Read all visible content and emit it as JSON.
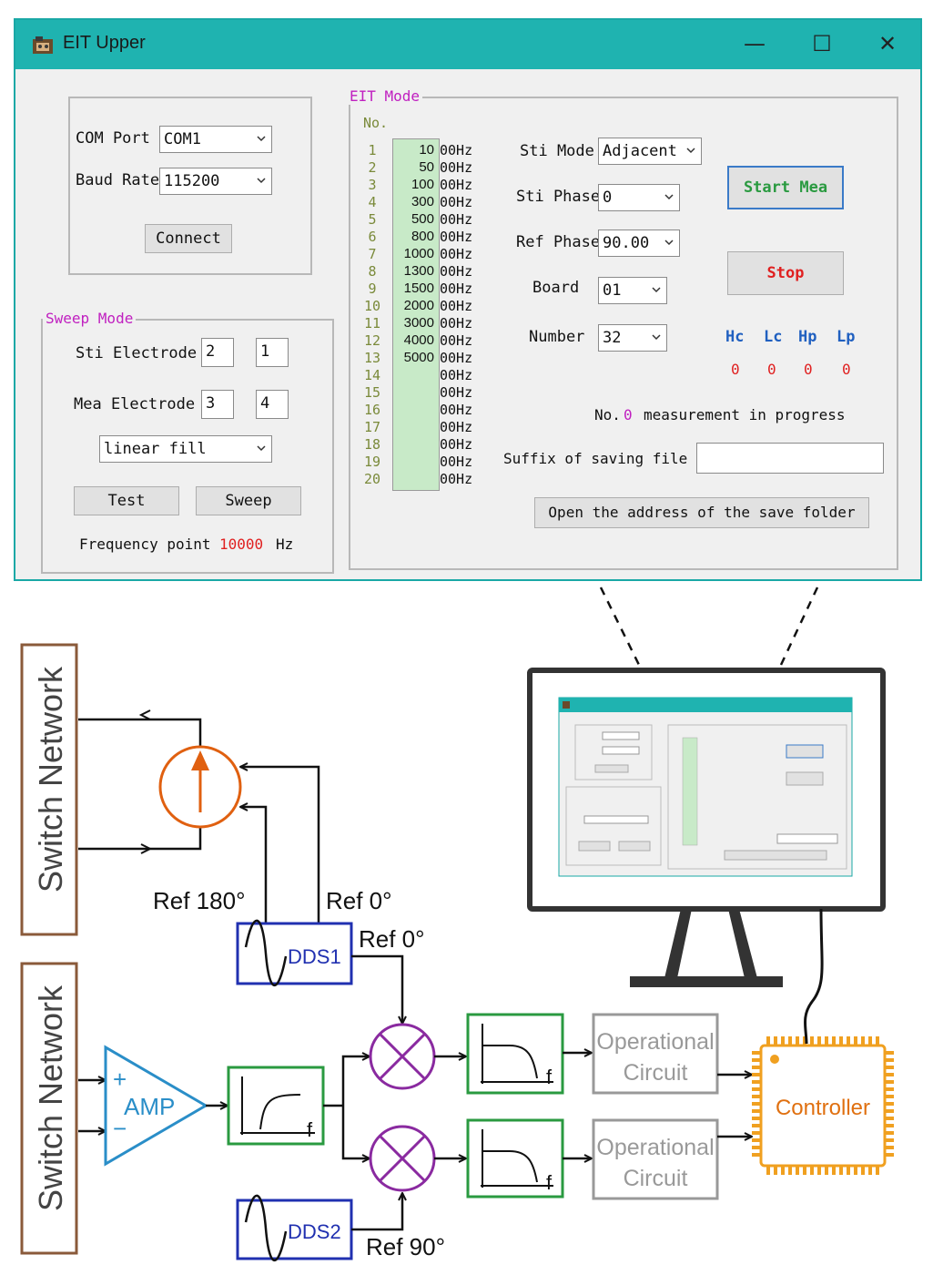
{
  "window": {
    "title": "EIT Upper",
    "minimize": "—",
    "maximize": "☐",
    "close": "✕"
  },
  "serial": {
    "com_label": "COM Port",
    "com_value": "COM1",
    "baud_label": "Baud Rate",
    "baud_value": "115200",
    "connect": "Connect"
  },
  "sweep": {
    "legend": "Sweep Mode",
    "sti_label": "Sti Electrode",
    "sti_a": "2",
    "sti_b": "1",
    "mea_label": "Mea Electrode",
    "mea_a": "3",
    "mea_b": "4",
    "fill_mode": "linear fill",
    "test": "Test",
    "sweep": "Sweep",
    "freq_label": "Frequency point",
    "freq_value": "10000",
    "freq_unit": "Hz"
  },
  "eit": {
    "legend": "EIT Mode",
    "no_header": "No.",
    "rows": [
      {
        "n": "1",
        "v": "10",
        "u": "00Hz"
      },
      {
        "n": "2",
        "v": "50",
        "u": "00Hz"
      },
      {
        "n": "3",
        "v": "100",
        "u": "00Hz"
      },
      {
        "n": "4",
        "v": "300",
        "u": "00Hz"
      },
      {
        "n": "5",
        "v": "500",
        "u": "00Hz"
      },
      {
        "n": "6",
        "v": "800",
        "u": "00Hz"
      },
      {
        "n": "7",
        "v": "1000",
        "u": "00Hz"
      },
      {
        "n": "8",
        "v": "1300",
        "u": "00Hz"
      },
      {
        "n": "9",
        "v": "1500",
        "u": "00Hz"
      },
      {
        "n": "10",
        "v": "2000",
        "u": "00Hz"
      },
      {
        "n": "11",
        "v": "3000",
        "u": "00Hz"
      },
      {
        "n": "12",
        "v": "4000",
        "u": "00Hz"
      },
      {
        "n": "13",
        "v": "5000",
        "u": "00Hz"
      },
      {
        "n": "14",
        "v": "",
        "u": "00Hz"
      },
      {
        "n": "15",
        "v": "",
        "u": "00Hz"
      },
      {
        "n": "16",
        "v": "",
        "u": "00Hz"
      },
      {
        "n": "17",
        "v": "",
        "u": "00Hz"
      },
      {
        "n": "18",
        "v": "",
        "u": "00Hz"
      },
      {
        "n": "19",
        "v": "",
        "u": "00Hz"
      },
      {
        "n": "20",
        "v": "",
        "u": "00Hz"
      }
    ],
    "sti_mode_label": "Sti Mode",
    "sti_mode_value": "Adjacent",
    "sti_phase_label": "Sti Phase",
    "sti_phase_value": "0",
    "ref_phase_label": "Ref Phase",
    "ref_phase_value": "90.00",
    "board_label": "Board",
    "board_value": "01",
    "number_label": "Number",
    "number_value": "32",
    "start": "Start Mea",
    "stop": "Stop",
    "stats": [
      {
        "h": "Hc",
        "v": "0"
      },
      {
        "h": "Lc",
        "v": "0"
      },
      {
        "h": "Hp",
        "v": "0"
      },
      {
        "h": "Lp",
        "v": "0"
      }
    ],
    "progress_prefix": "No.",
    "progress_num": "0",
    "progress_suffix": "measurement in progress",
    "suffix_label": "Suffix of saving file",
    "suffix_value": "",
    "open_folder": "Open the address of the save folder"
  },
  "diagram": {
    "switch_network_1": "Switch Network",
    "switch_network_2": "Switch Network",
    "ref_180": "Ref  180°",
    "ref_0_top": "Ref  0°",
    "dds1": "DDS1",
    "ref_0_mid": "Ref  0°",
    "amp": "AMP",
    "plus": "+",
    "minus": "−",
    "f_hp": "f",
    "f_lp1": "f",
    "f_lp2": "f",
    "op_circuit_1_l1": "Operational",
    "op_circuit_1_l2": "Circuit",
    "op_circuit_2_l1": "Operational",
    "op_circuit_2_l2": "Circuit",
    "controller": "Controller",
    "dds2": "DDS2",
    "ref_90": "Ref  90°",
    "colors": {
      "source": "#e06010",
      "dds": "#2030b0",
      "amp": "#2a8ec8",
      "filter": "#2a9a40",
      "mixer": "#8a2aa0",
      "opcircuit": "#999999",
      "controller": "#f0a020",
      "controller_text": "#e07010",
      "switch": "#8a5a3a"
    }
  }
}
